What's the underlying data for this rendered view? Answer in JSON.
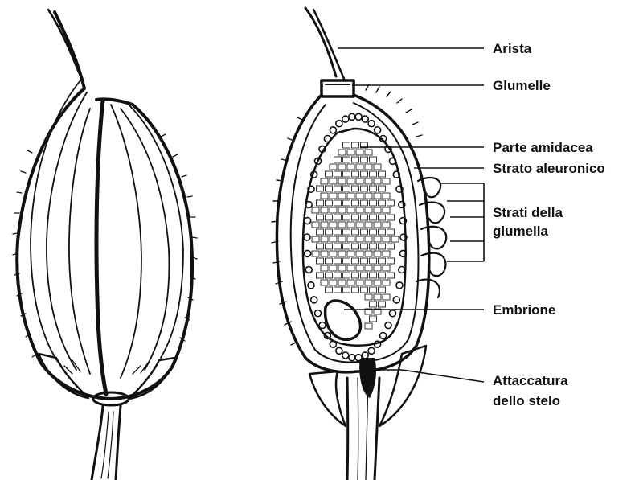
{
  "labels": {
    "arista": "Arista",
    "glumelle": "Glumelle",
    "parte_amidacea": "Parte amidacea",
    "strato_aleuronico": "Strato aleuronico",
    "strati_line1": "Strati della",
    "strati_line2": "glumella",
    "embrione": "Embrione",
    "attaccatura_line1": "Attaccatura",
    "attaccatura_line2": "dello stelo"
  }
}
